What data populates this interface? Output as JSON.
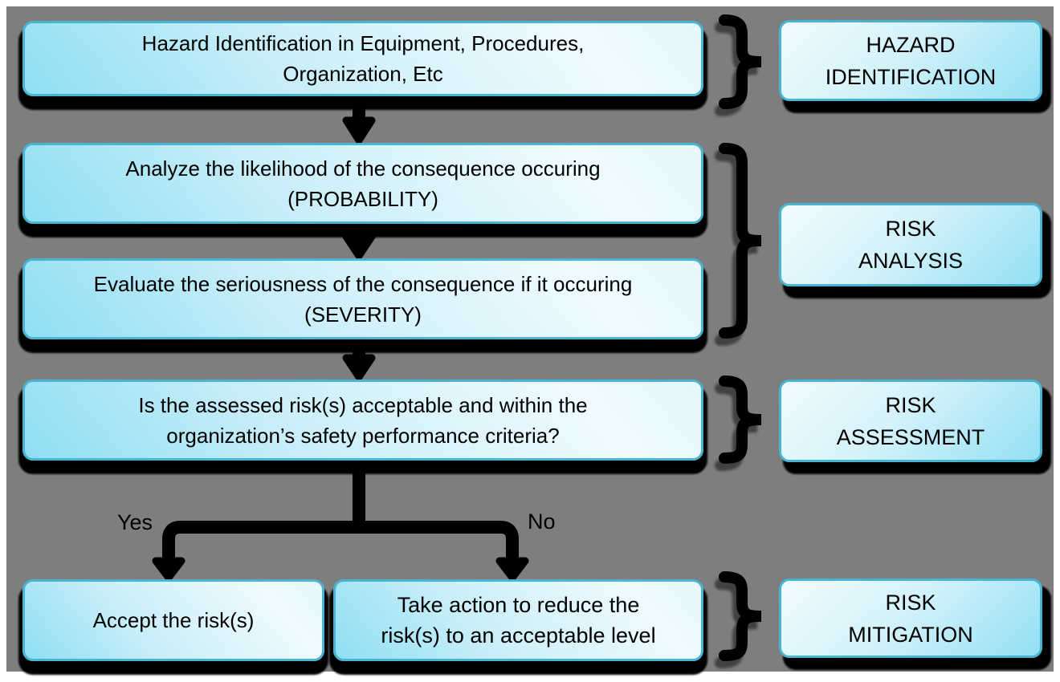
{
  "diagram": {
    "title": "Risk management process flowchart",
    "colors": {
      "canvas_background": "#7e7e7e",
      "page_margin": "#ffffff",
      "box_border": "#49b5d3",
      "box_fill_light": "#effbfe",
      "box_fill_cyan": "#8edff3",
      "connector": "#000000",
      "text": "#000000"
    },
    "steps": [
      {
        "id": "hazard-identification",
        "lines": [
          "Hazard Identification in Equipment, Procedures,",
          "Organization, Etc"
        ]
      },
      {
        "id": "probability",
        "lines": [
          "Analyze the likelihood of the consequence occuring",
          "(PROBABILITY)"
        ]
      },
      {
        "id": "severity",
        "lines": [
          "Evaluate the seriousness of the consequence if it occuring",
          "(SEVERITY)"
        ]
      },
      {
        "id": "risk-question",
        "lines": [
          "Is the assessed risk(s) acceptable and within the",
          "organization’s safety performance criteria?"
        ]
      },
      {
        "id": "accept-risk",
        "lines": [
          "Accept the risk(s)"
        ]
      },
      {
        "id": "reduce-risk",
        "lines": [
          "Take action to reduce the",
          "risk(s) to an acceptable level"
        ]
      }
    ],
    "branch": {
      "yes_label": "Yes",
      "no_label": "No"
    },
    "stages": [
      {
        "id": "hazard-identification",
        "lines": [
          "HAZARD",
          "IDENTIFICATION"
        ]
      },
      {
        "id": "risk-analysis",
        "lines": [
          "RISK",
          "ANALYSIS"
        ]
      },
      {
        "id": "risk-assessment",
        "lines": [
          "RISK",
          "ASSESSMENT"
        ]
      },
      {
        "id": "risk-mitigation",
        "lines": [
          "RISK",
          "MITIGATION"
        ]
      }
    ]
  }
}
